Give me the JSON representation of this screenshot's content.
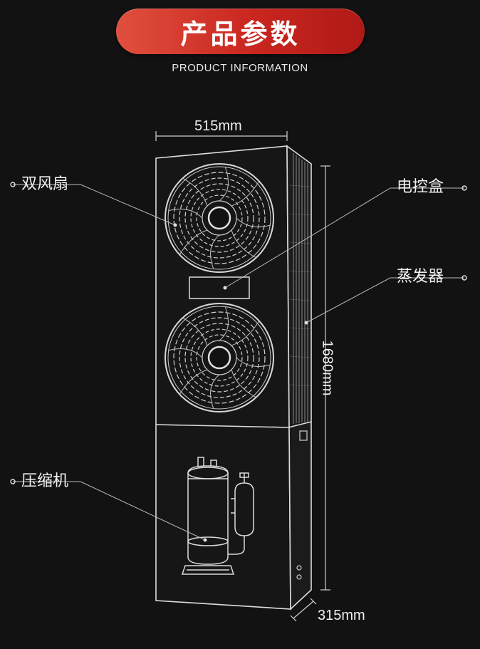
{
  "header": {
    "title": "产品参数",
    "subtitle": "PRODUCT INFORMATION"
  },
  "labels": {
    "fans": "双风扇",
    "control_box": "电控盒",
    "evaporator": "蒸发器",
    "compressor": "压缩机"
  },
  "dimensions": {
    "width": "515mm",
    "height": "1680mm",
    "depth": "315mm"
  },
  "colors": {
    "banner": "#d2322a",
    "background": "#121212",
    "line": "#d8d8d8"
  }
}
